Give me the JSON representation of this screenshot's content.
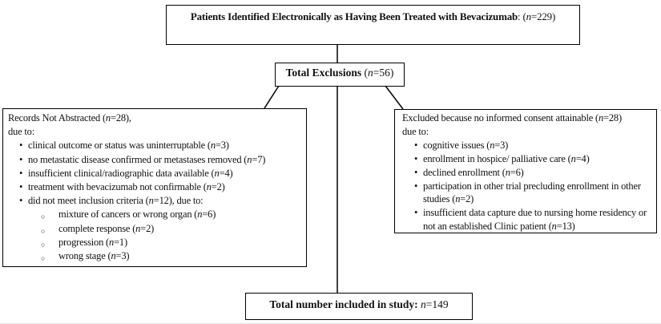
{
  "top_box": {
    "bold": "Patients Identified Electronically as Having Been Treated with Bevacizumab",
    "rest": ": (n=229)"
  },
  "exclusions_box": {
    "bold": "Total Exclusions",
    "rest": " (n=56)"
  },
  "left_box": {
    "title": "Records Not Abstracted (n=28),",
    "subtitle": "due to:",
    "bullets": [
      {
        "text": "clinical outcome or status was uninterruptable (n=3)"
      },
      {
        "text": "no metastatic disease confirmed or metastases removed (n=7)"
      },
      {
        "text": "insufficient clinical/radiographic data available (n=4)"
      },
      {
        "text": "treatment with bevacizumab not confirmable (n=2)"
      },
      {
        "text": "did not meet inclusion criteria (n=12), due to:",
        "sub": [
          "mixture of cancers or wrong organ (n=6)",
          "complete response (n=2)",
          "progression (n=1)",
          "wrong stage (n=3)"
        ]
      }
    ]
  },
  "right_box": {
    "title": "Excluded because no informed consent attainable (n=28)",
    "subtitle": "due to:",
    "bullets": [
      {
        "text": "cognitive issues (n=3)"
      },
      {
        "text": "enrollment in hospice/ palliative care (n=4)"
      },
      {
        "text": "declined enrollment (n=6)"
      },
      {
        "text": "participation in other trial precluding enrollment in other studies (n=2)"
      },
      {
        "text": "insufficient data capture due to nursing home residency or not an established Clinic patient (n=13)"
      }
    ]
  },
  "bottom_box": {
    "bold": "Total number included in study:",
    "rest": " n=149"
  },
  "colors": {
    "line": "#000000",
    "text": "#111111",
    "background": "#ffffff"
  }
}
